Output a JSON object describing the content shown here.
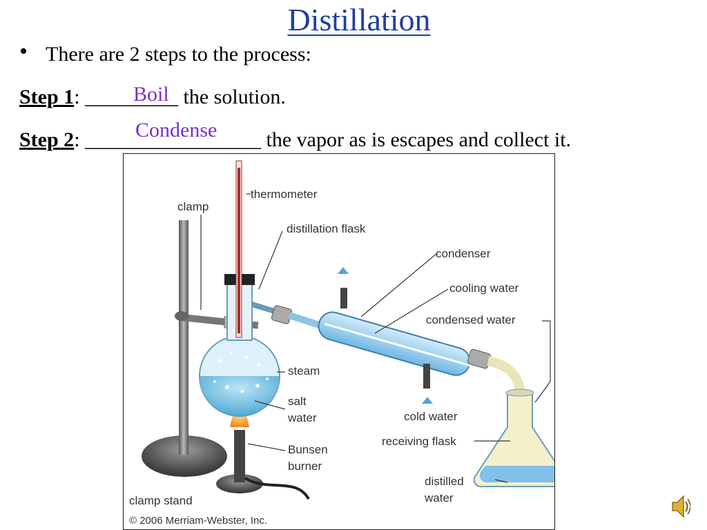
{
  "title": "Distillation",
  "bullet": "There are 2 steps to the process:",
  "step1": {
    "label": "Step 1",
    "sep": ":",
    "blank": "_________",
    "rest": " the solution.",
    "answer": "Boil"
  },
  "step2": {
    "label": "Step 2",
    "sep": ":",
    "blank": "_________________",
    "rest": " the vapor as is escapes and collect it.",
    "answer": "Condense"
  },
  "diagram": {
    "labels": {
      "thermometer": "thermometer",
      "clamp": "clamp",
      "distillation_flask": "distillation flask",
      "condenser": "condenser",
      "cooling_water": "cooling water",
      "condensed_water": "condensed water",
      "steam": "steam",
      "salt": "salt",
      "water": "water",
      "cold_water": "cold water",
      "receiving_flask": "receiving flask",
      "bunsen": "Bunsen",
      "burner": "burner",
      "clamp_stand": "clamp stand",
      "distilled": "distilled",
      "distilled_water_2": "water",
      "copyright": "© 2006 Merriam-Webster, Inc."
    }
  },
  "icons": {
    "audio": "speaker-icon"
  }
}
